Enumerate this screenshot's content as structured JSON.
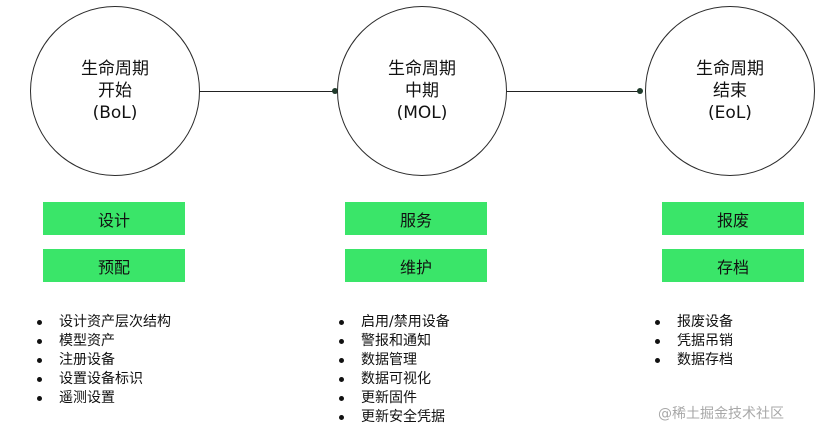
{
  "phases": [
    {
      "title_lines": [
        "生命周期",
        "开始",
        "(BoL)"
      ],
      "activities": [
        "设计",
        "预配"
      ],
      "tasks": [
        "设计资产层次结构",
        "模型资产",
        "注册设备",
        "设置设备标识",
        "遥测设置"
      ]
    },
    {
      "title_lines": [
        "生命周期",
        "中期",
        "(MOL)"
      ],
      "activities": [
        "服务",
        "维护"
      ],
      "tasks": [
        "启用/禁用设备",
        "警报和通知",
        "数据管理",
        "数据可视化",
        "更新固件",
        "更新安全凭据"
      ]
    },
    {
      "title_lines": [
        "生命周期",
        "结束",
        "(EoL)"
      ],
      "activities": [
        "报废",
        "存档"
      ],
      "tasks": [
        "报废设备",
        "凭据吊销",
        "数据存档"
      ]
    }
  ],
  "watermark": "@稀土掘金技术社区",
  "colors": {
    "activity_fill": "#3ae569",
    "line": "#222222",
    "dot": "#1f3a2b"
  }
}
